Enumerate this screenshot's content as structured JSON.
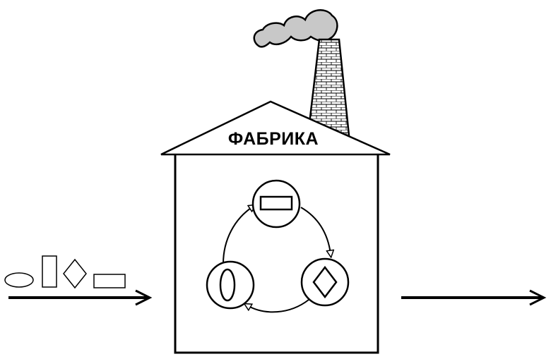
{
  "factory": {
    "title": "ФАБРИКА"
  },
  "colors": {
    "stroke": "#000000",
    "smoke": "#c8c8c8",
    "background": "#ffffff"
  },
  "icons": {
    "input_shapes": [
      "ellipse",
      "tall-rectangle",
      "diamond",
      "wide-rectangle"
    ],
    "cycle_nodes": [
      "rectangle",
      "diamond",
      "ellipse"
    ]
  }
}
